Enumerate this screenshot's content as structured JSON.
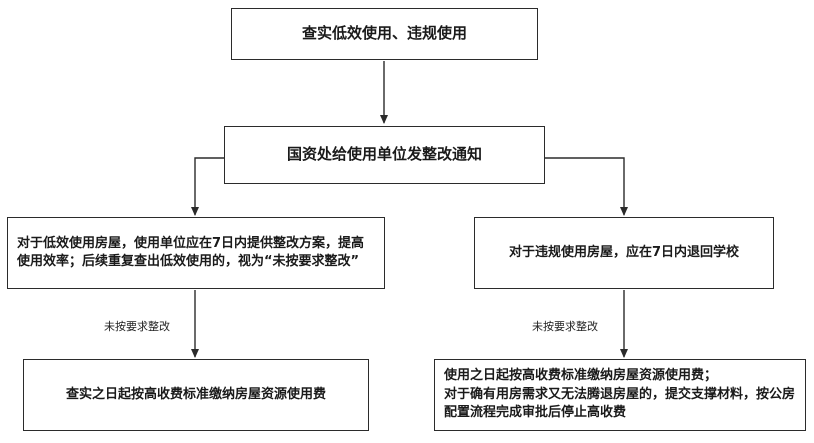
{
  "nodes": {
    "check": {
      "text": "查实低效使用、违规使用"
    },
    "notice": {
      "text": "国资处给使用单位发整改通知"
    },
    "low_efficiency": {
      "text": "对于低效使用房屋，使用单位应在7日内提供整改方案，提高使用效率；后续重复查出低效使用的，视为“未按要求整改”"
    },
    "violation": {
      "text": "对于违规使用房屋，应在7日内退回学校"
    },
    "fee_left": {
      "text": "查实之日起按高收费标准缴纳房屋资源使用费"
    },
    "fee_right": {
      "line1": "使用之日起按高收费标准缴纳房屋资源使用费；",
      "line2": "对于确有用房需求又无法腾退房屋的，提交支撑材料，按公房配置流程完成审批后停止高收费"
    }
  },
  "edges": {
    "left_label": "未按要求整改",
    "right_label": "未按要求整改"
  },
  "colors": {
    "line": "#2b2b2b",
    "background": "#ffffff"
  }
}
